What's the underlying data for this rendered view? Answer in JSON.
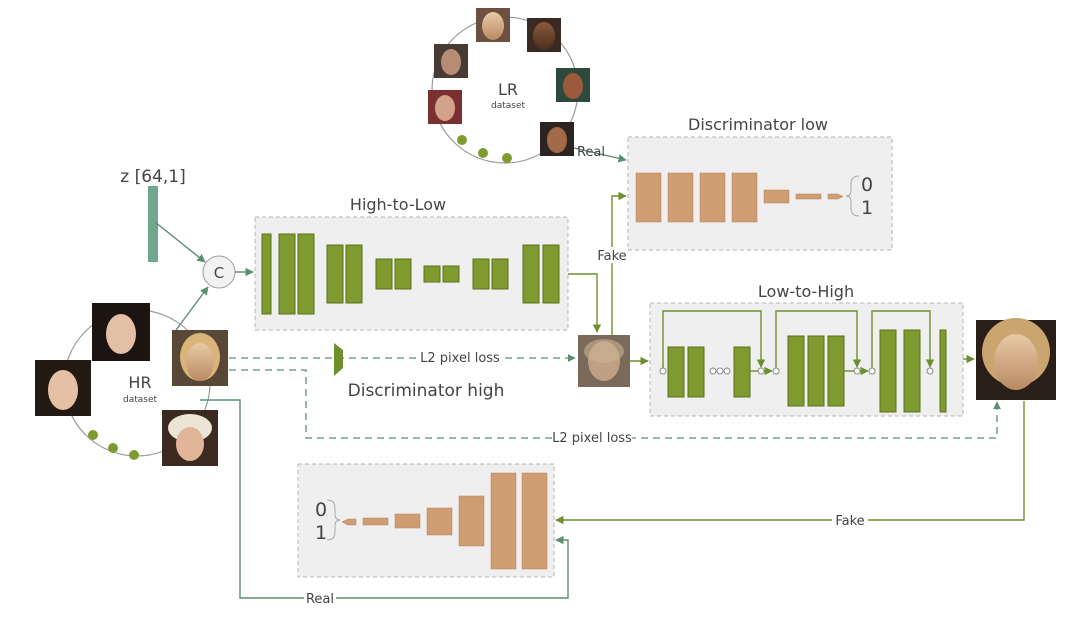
{
  "lr_dataset": {
    "title": "LR",
    "subtitle": "dataset"
  },
  "hr_dataset": {
    "title": "HR",
    "subtitle": "dataset"
  },
  "noise": {
    "label": "z [64,1]"
  },
  "concat": {
    "label": "C"
  },
  "high_to_low": {
    "title": "High-to-Low"
  },
  "low_to_high": {
    "title": "Low-to-High"
  },
  "disc_low": {
    "title": "Discriminator low",
    "out_top": "0",
    "out_bottom": "1"
  },
  "disc_high": {
    "title": "Discriminator high",
    "out_top": "0",
    "out_bottom": "1"
  },
  "labels": {
    "real_low": "Real",
    "fake_low": "Fake",
    "fake_high": "Fake",
    "real_high": "Real",
    "l2_top": "L2 pixel loss",
    "l2_bottom": "L2 pixel loss"
  },
  "colors": {
    "generator_block": "#7f9a2e",
    "discriminator_block": "#cf9d72",
    "arrow_teal": "#5b8f72",
    "arrow_olive": "#6f8f2d",
    "module_box": "#efefef"
  }
}
